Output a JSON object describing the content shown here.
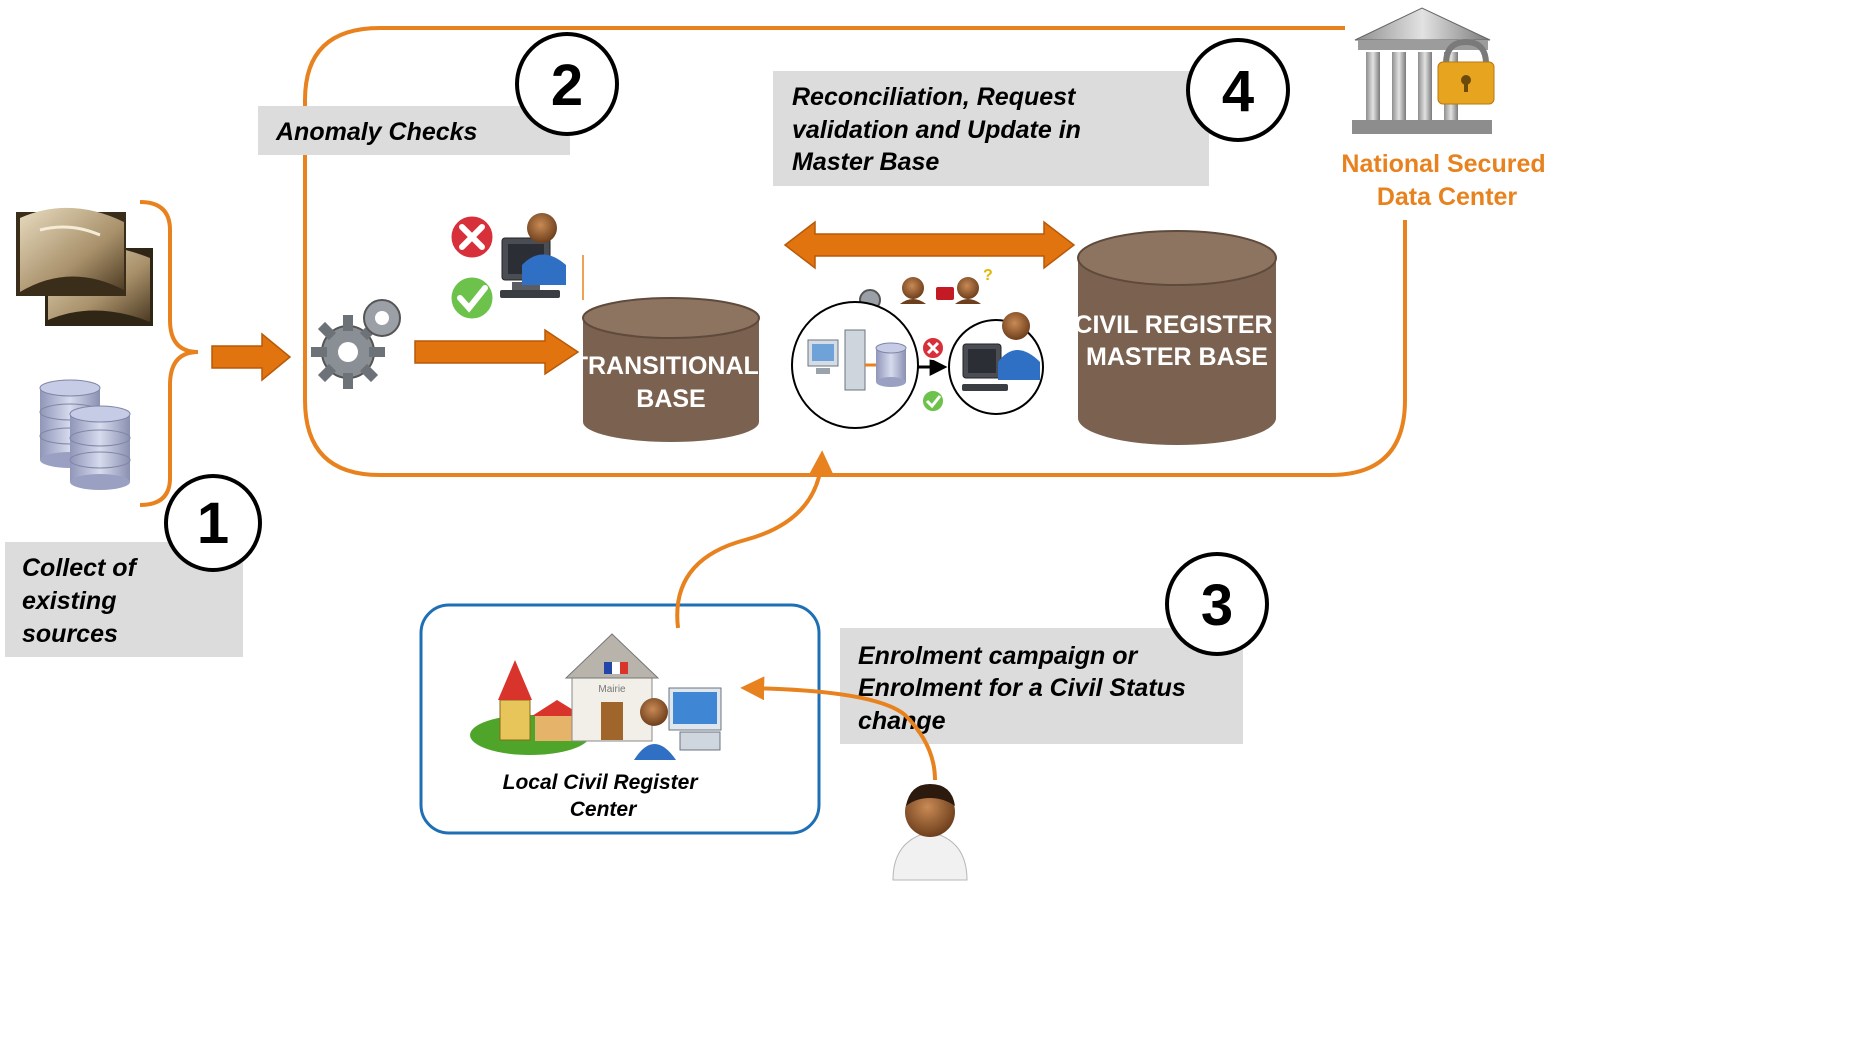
{
  "steps": [
    {
      "number": "1",
      "caption_lines": [
        "Collect of",
        "existing",
        "sources"
      ]
    },
    {
      "number": "2",
      "caption_lines": [
        "Anomaly Checks"
      ]
    },
    {
      "number": "3",
      "caption_lines": [
        "Enrolment campaign or",
        "Enrolment for a Civil Status",
        "change"
      ]
    },
    {
      "number": "4",
      "caption_lines": [
        "Reconciliation,  Request",
        "validation and Update in",
        "Master Base"
      ]
    }
  ],
  "data_center": {
    "label_lines": [
      "National Secured",
      "Data Center"
    ]
  },
  "transitional_base": {
    "label_lines": [
      "TRANSITIONAL",
      "BASE"
    ]
  },
  "master_base": {
    "label_lines": [
      "CIVIL REGISTER",
      "MASTER BASE"
    ]
  },
  "local_center": {
    "label_lines": [
      "Local Civil Register",
      "Center"
    ],
    "sign_text": "Mairie"
  },
  "colors": {
    "accent_orange": "#E8821E",
    "arrow_orange": "#E2740F",
    "db_brown": "#7B6250",
    "caption_gray": "#DCDCDC",
    "local_blue": "#1F6FB5"
  },
  "icons": [
    "book-icon",
    "database-stack-icon",
    "gears-icon",
    "error-icon",
    "check-icon",
    "operator-icon",
    "bank-lock-icon",
    "people-icon",
    "server-icon",
    "town-hall-icon",
    "citizen-icon"
  ]
}
